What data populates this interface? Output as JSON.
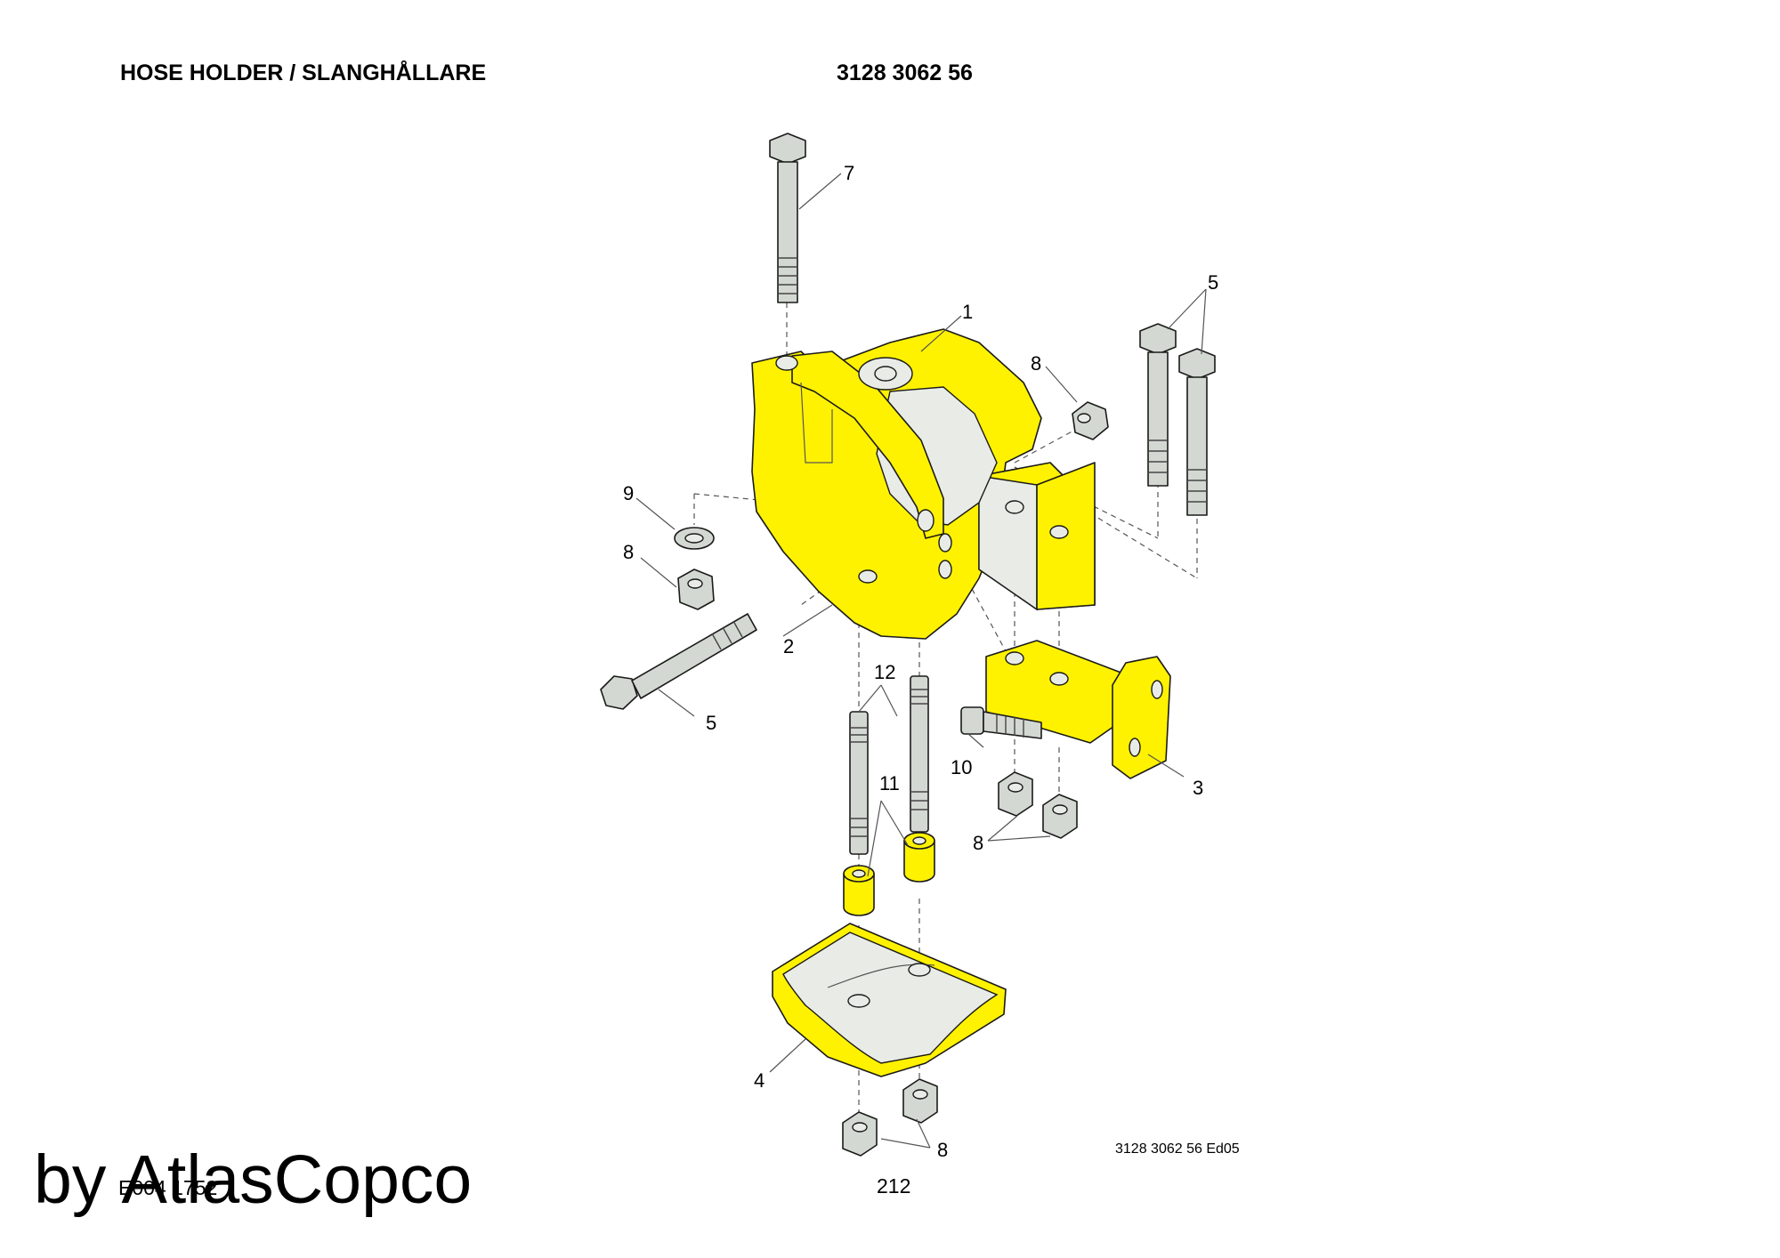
{
  "header": {
    "title": "HOSE HOLDER / SLANGHÅLLARE",
    "part_number": "3128 3062 56"
  },
  "callouts": {
    "c1": "1",
    "c2": "2",
    "c3": "3",
    "c4": "4",
    "c5a": "5",
    "c5b": "5",
    "c7": "7",
    "c8a": "8",
    "c8b": "8",
    "c8c": "8",
    "c8d": "8",
    "c9": "9",
    "c10": "10",
    "c11": "11",
    "c12": "12"
  },
  "footer": {
    "drawing_ref": "E004 1752",
    "page": "212",
    "edition": "3128 3062 56 Ed05",
    "watermark": "by AtlasCopco"
  },
  "colors": {
    "part_yellow": "#FFF200",
    "hardware_grey": "#D4D8D2",
    "outline": "#1A1A1A"
  }
}
